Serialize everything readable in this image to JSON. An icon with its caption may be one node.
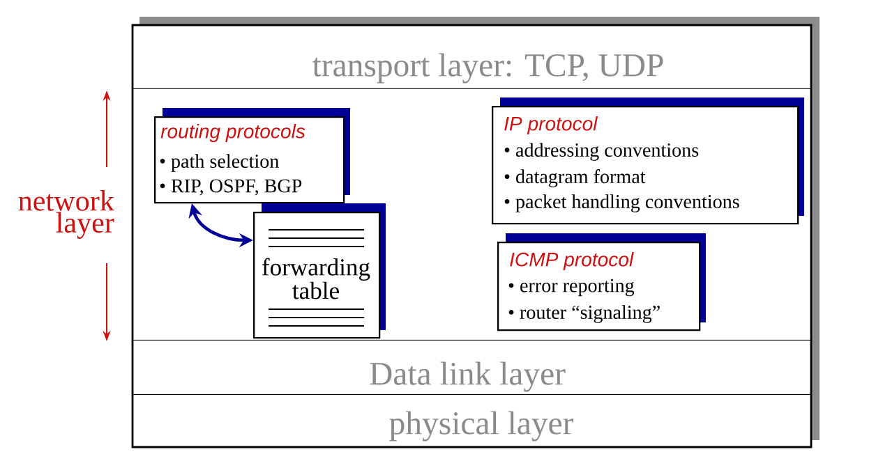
{
  "diagram": {
    "nodes": [
      {
        "text": [
          "transport layer: TCP, UDP"
        ]
      },
      {
        "text": [
          "network layer"
        ]
      },
      {
        "text": [
          "routing protocols",
          "• path selection",
          "• RIP, OSPF, BGP"
        ],
        "in": 1
      },
      {
        "text": [
          "forwarding table"
        ],
        "in": 1
      },
      {
        "text": [
          "IP protocol",
          "• addressing conventions",
          "• datagram format",
          "• packet handling conventions"
        ],
        "in": 1
      },
      {
        "text": [
          "ICMP protocol",
          "• error reporting",
          "• router “signaling”"
        ],
        "in": 1
      },
      {
        "text": [
          "Data link layer"
        ]
      },
      {
        "text": [
          "physical layer"
        ]
      }
    ],
    "edges": [
      {
        "from": 2,
        "to": 3,
        "arrow": "both"
      }
    ]
  }
}
